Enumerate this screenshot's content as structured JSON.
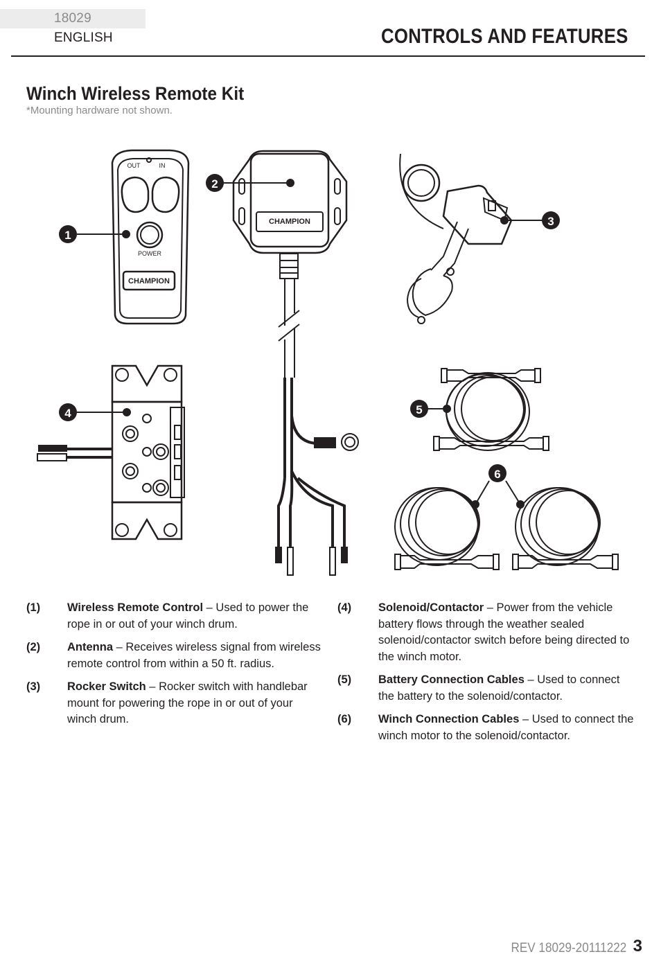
{
  "header": {
    "model": "18029",
    "language": "ENGLISH",
    "section_title": "CONTROLS AND FEATURES"
  },
  "kit": {
    "title": "Winch Wireless Remote Kit",
    "note": "*Mounting hardware not shown."
  },
  "figure": {
    "remote_labels": {
      "out": "OUT",
      "in": "IN",
      "power": "POWER",
      "brand": "CHAMPION"
    },
    "antenna_brand": "CHAMPION",
    "callouts": [
      "1",
      "2",
      "3",
      "4",
      "5",
      "6"
    ]
  },
  "items": [
    {
      "num": "(1)",
      "term": "Wireless Remote Control",
      "text": " – Used to power the rope in or out of your winch drum."
    },
    {
      "num": "(2)",
      "term": "Antenna",
      "text": " – Receives wireless signal from wireless remote control from within a 50 ft. radius."
    },
    {
      "num": "(3)",
      "term": "Rocker Switch",
      "text": " – Rocker switch with handlebar mount for powering the rope in or out of your winch drum."
    },
    {
      "num": "(4)",
      "term": "Solenoid/Contactor",
      "text": " – Power from the vehicle battery flows through the weather sealed solenoid/contactor switch before being directed to the winch motor."
    },
    {
      "num": "(5)",
      "term": "Battery Connection Cables",
      "text": " – Used to connect the battery to the solenoid/contactor."
    },
    {
      "num": "(6)",
      "term": "Winch Connection Cables",
      "text": " – Used to connect the winch motor to the solenoid/contactor."
    }
  ],
  "footer": {
    "revision": "REV 18029-20111222",
    "page": "3"
  }
}
